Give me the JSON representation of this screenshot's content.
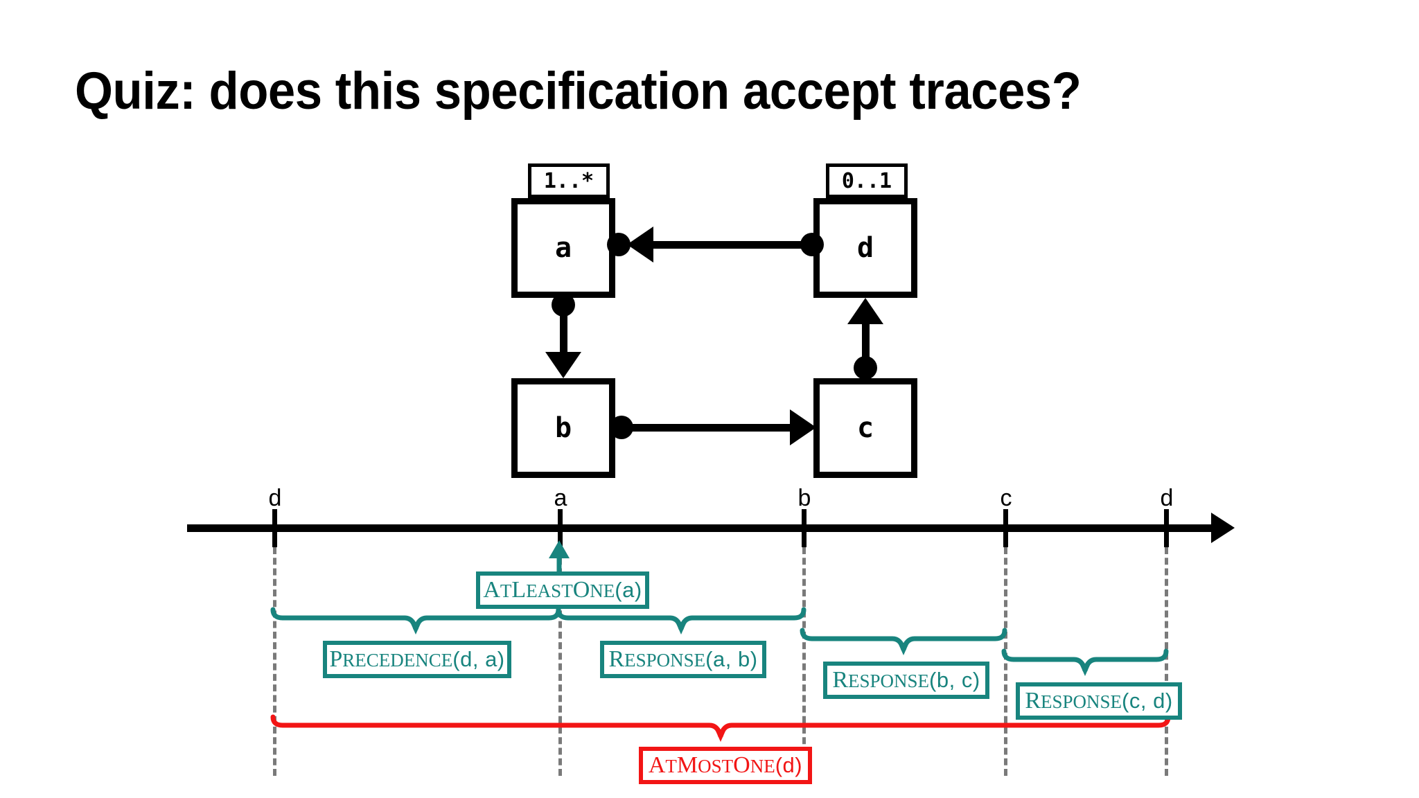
{
  "slide": {
    "title": "Quiz: does this specification accept traces?",
    "background": "#ffffff",
    "accent_teal": "#18847e",
    "accent_red": "#f21515",
    "line_black": "#000000",
    "guide_gray": "#7a7a7a"
  },
  "diagram": {
    "nodes": [
      {
        "id": "a",
        "label": "a",
        "badge": "1..*"
      },
      {
        "id": "d",
        "label": "d",
        "badge": "0..1"
      },
      {
        "id": "b",
        "label": "b",
        "badge": ""
      },
      {
        "id": "c",
        "label": "c",
        "badge": ""
      }
    ],
    "edges": [
      {
        "from": "d",
        "to": "a",
        "direction": "left"
      },
      {
        "from": "a",
        "to": "b",
        "direction": "down"
      },
      {
        "from": "b",
        "to": "c",
        "direction": "right"
      },
      {
        "from": "c",
        "to": "d",
        "direction": "up"
      }
    ]
  },
  "timeline": {
    "events": [
      {
        "label": "d"
      },
      {
        "label": "a"
      },
      {
        "label": "b"
      },
      {
        "label": "c"
      },
      {
        "label": "d"
      }
    ]
  },
  "constraints": [
    {
      "id": "atleastone-a",
      "name": "AtLeastOne",
      "caps": "A",
      "rest": "T",
      "caps2": "L",
      "rest2": "EAST",
      "caps3": "O",
      "rest3": "NE",
      "args": "(a)",
      "color": "#18847e",
      "connector": "arrow-up",
      "span": [
        "a",
        "a"
      ]
    },
    {
      "id": "precedence-d-a",
      "name": "Precedence",
      "args": "(d, a)",
      "color": "#18847e",
      "connector": "brace",
      "span": [
        "d",
        "a"
      ]
    },
    {
      "id": "response-a-b",
      "name": "Response",
      "args": "(a, b)",
      "color": "#18847e",
      "connector": "brace",
      "span": [
        "a",
        "b"
      ]
    },
    {
      "id": "response-b-c",
      "name": "Response",
      "args": "(b, c)",
      "color": "#18847e",
      "connector": "brace",
      "span": [
        "b",
        "c"
      ]
    },
    {
      "id": "response-c-d",
      "name": "Response",
      "args": "(c, d)",
      "color": "#18847e",
      "connector": "brace",
      "span": [
        "c",
        "d"
      ]
    },
    {
      "id": "atmostone-d",
      "name": "AtMostOne",
      "args": "(d)",
      "color": "#f21515",
      "connector": "brace",
      "span": [
        "d",
        "d"
      ]
    }
  ],
  "labels": {
    "atleastone_head": "A",
    "atleastone_t": "T",
    "atleastone_l": "L",
    "atleastone_east": "EAST",
    "atleastone_o": "O",
    "atleastone_ne": "NE",
    "atleastone_args": "(a)",
    "precedence_p": "P",
    "precedence_rest": "RECEDENCE",
    "precedence_args": "(d, a)",
    "response_r": "R",
    "response_rest": "ESPONSE",
    "response_ab_args": "(a, b)",
    "response_bc_args": "(b, c)",
    "response_cd_args": "(c, d)",
    "atmostone_a": "A",
    "atmostone_t": "T",
    "atmostone_m": "M",
    "atmostone_ost": "OST",
    "atmostone_o": "O",
    "atmostone_ne": "NE",
    "atmostone_args": "(d)",
    "node_a": "a",
    "node_b": "b",
    "node_c": "c",
    "node_d": "d",
    "badge_a": "1..*",
    "badge_d": "0..1",
    "tick_1": "d",
    "tick_2": "a",
    "tick_3": "b",
    "tick_4": "c",
    "tick_5": "d"
  }
}
